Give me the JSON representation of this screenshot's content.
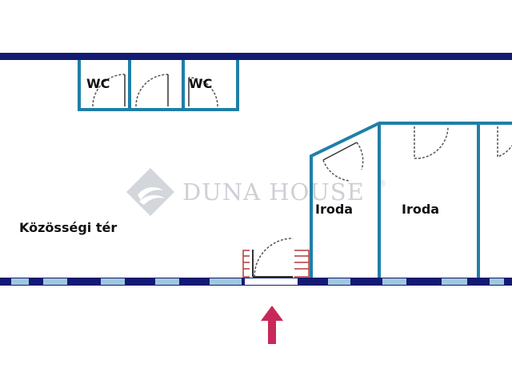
{
  "watermark": {
    "brand": "DUNA HOUSE",
    "reg": "®"
  },
  "rooms": {
    "wc_1": "WC",
    "wc_2": "WC",
    "office_1": "Iroda",
    "office_2": "Iroda",
    "community": "Közösségi tér"
  },
  "entrance": {
    "icon": "entrance-arrow-icon"
  },
  "colors": {
    "outer_wall": "#141a72",
    "inner_wall": "#1f7fa8",
    "window": "#9fc7dd",
    "door_arc": "#555555",
    "stairs": "#b23a3a",
    "arrow": "#c8285a",
    "watermark": "#c9ccd2"
  }
}
